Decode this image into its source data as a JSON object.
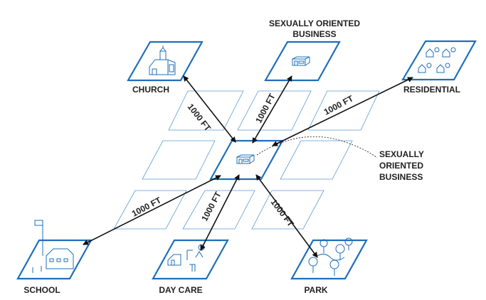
{
  "labels": {
    "church": "CHURCH",
    "sob_top_line1": "SEXUALLY ORIENTED",
    "sob_top_line2": "BUSINESS",
    "residential": "RESIDENTIAL",
    "sob_center_line1": "SEXUALLY",
    "sob_center_line2": "ORIENTED",
    "sob_center_line3": "BUSINESS",
    "school": "SCHOOL",
    "day_care": "DAY CARE",
    "park": "PARK"
  },
  "distances": {
    "church": "1000 FT",
    "sob": "1000 FT",
    "residential": "1000 FT",
    "school": "1000 FT",
    "day_care": "1000 FT",
    "park": "1000 FT"
  },
  "colors": {
    "parcel": "#1f6fba",
    "arrow": "#111111"
  }
}
